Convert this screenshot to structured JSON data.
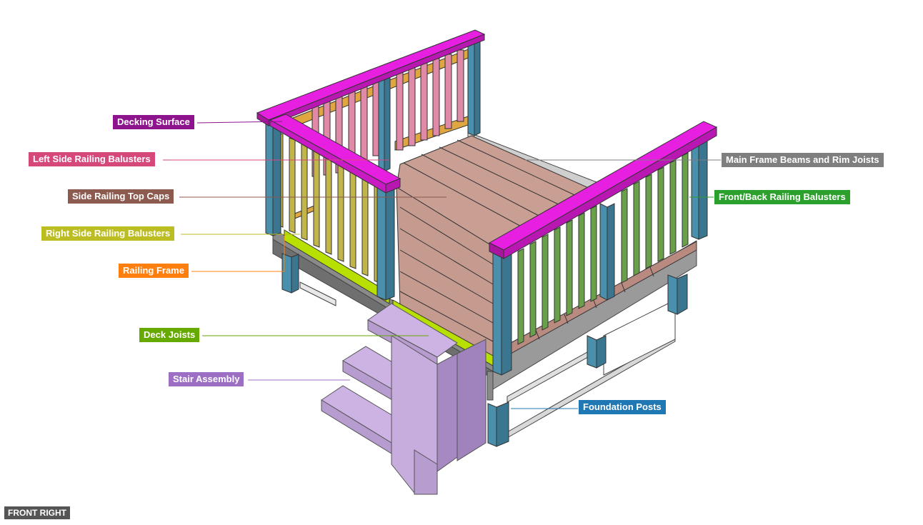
{
  "view_label": "FRONT RIGHT",
  "parts": [
    {
      "id": "decking",
      "label": "Decking Surface",
      "color": "#8e148e"
    },
    {
      "id": "left-balusters",
      "label": "Left Side Railing Balusters",
      "color": "#d6477a"
    },
    {
      "id": "top-caps",
      "label": "Side Railing Top Caps",
      "color": "#8c5a4f"
    },
    {
      "id": "right-balusters",
      "label": "Right Side Railing Balusters",
      "color": "#bcbd22"
    },
    {
      "id": "railing-frame",
      "label": "Railing Frame",
      "color": "#ff7f0e"
    },
    {
      "id": "deck-joists",
      "label": "Deck Joists",
      "color": "#66aa00"
    },
    {
      "id": "stair",
      "label": "Stair Assembly",
      "color": "#9c6fc4"
    },
    {
      "id": "main-frame",
      "label": "Main Frame Beams and Rim Joists",
      "color": "#7f7f7f"
    },
    {
      "id": "front-back-balusters",
      "label": "Front/Back Railing Balusters",
      "color": "#2ca02c"
    },
    {
      "id": "posts",
      "label": "Foundation Posts",
      "color": "#1f77b4"
    }
  ]
}
